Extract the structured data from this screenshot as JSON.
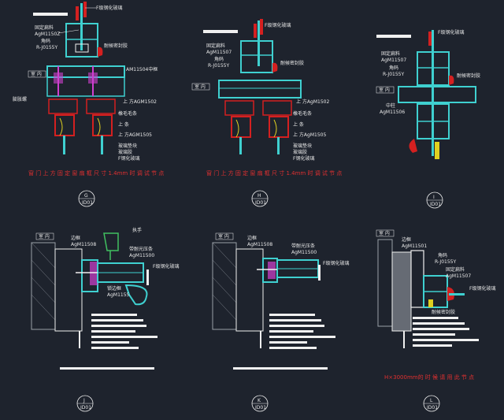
{
  "labels": {
    "g": {
      "film": "F级钢化玻璃",
      "fix1": "固定扁料",
      "fix2": "AgM1150Z",
      "bar1": "角码",
      "bar2": "R-J0155Y",
      "seal": "耐候密封胶",
      "room": "室 内",
      "mid": "AM11504中框",
      "screw": "膨胀螺",
      "up": "上 方AGM1502",
      "rubber": "橡毛毛条",
      "up2": "上 条",
      "down": "上 方AGM1505",
      "block": "玻璃垫块",
      "sealant": "玻璃胶",
      "glass": "F钢化玻璃",
      "caption": "窗 门 上 方 固 定 窗 扇 框 尺 寸 1.4mm 时 调 试 节 点",
      "mark": "G",
      "sub": "ID01"
    },
    "h": {
      "film": "F级钢化玻璃",
      "fix1": "固定扁料",
      "fix2": "AgM11507",
      "bar1": "角码",
      "bar2": "R-J0155Y",
      "seal": "耐候密封胶",
      "room": "室 内",
      "up": "上 方AgM1502",
      "rubber": "橡毛毛条",
      "up2": "上 条",
      "down": "上 方AgM1505",
      "block": "玻璃垫块",
      "sealant": "玻璃胶",
      "glass": "F钢化玻璃",
      "caption": "窗 门 上 方 固 定 窗 扇 框 尺 寸 1.4mm 时 调 试 节 点",
      "mark": "H",
      "sub": "ID01"
    },
    "i": {
      "film": "F级钢化玻璃",
      "fix1": "固定扁料",
      "fix2": "AgM11507",
      "bar1": "角码",
      "bar2": "R-J0155Y",
      "seal": "耐候密封胶",
      "room": "室 内",
      "mid1": "中柱",
      "mid2": "AgM11506",
      "mark": "I",
      "sub": "ID01"
    },
    "j": {
      "room": "室 内",
      "side1": "边框",
      "side2": "AgM11508",
      "handle": "执手",
      "glassbar1": "带耐光压条",
      "glassbar2": "AgM11500",
      "film": "F级钢化玻璃",
      "frame1": "锁边框",
      "frame2": "AgM1155",
      "mark": "J",
      "sub": "ID01"
    },
    "k": {
      "room": "室 内",
      "side1": "边框",
      "side2": "AgM11508",
      "glassbar1": "带耐光压条",
      "glassbar2": "AgM11500",
      "film": "F级钢化玻璃",
      "mark": "K",
      "sub": "ID01"
    },
    "l": {
      "room": "室 内",
      "side1": "边框",
      "side2": "AgM11501",
      "bar1": "角码",
      "bar2": "R-J0155Y",
      "fix1": "固定扁料",
      "fix2": "AgM11507",
      "film": "F级钢化玻璃",
      "seal": "耐候密封胶",
      "caption": "H×3000mm的 时 候 请 用 此 节 点",
      "mark": "L",
      "sub": "ID01"
    }
  },
  "colors": {
    "background": "#1e232d",
    "cyan": "#3fd0d0",
    "red": "#d42020",
    "white": "#f0f0f0",
    "magenta": "#d040d0",
    "yellow": "#e0d020",
    "green": "#40c060",
    "grey": "#9aa0a8"
  }
}
